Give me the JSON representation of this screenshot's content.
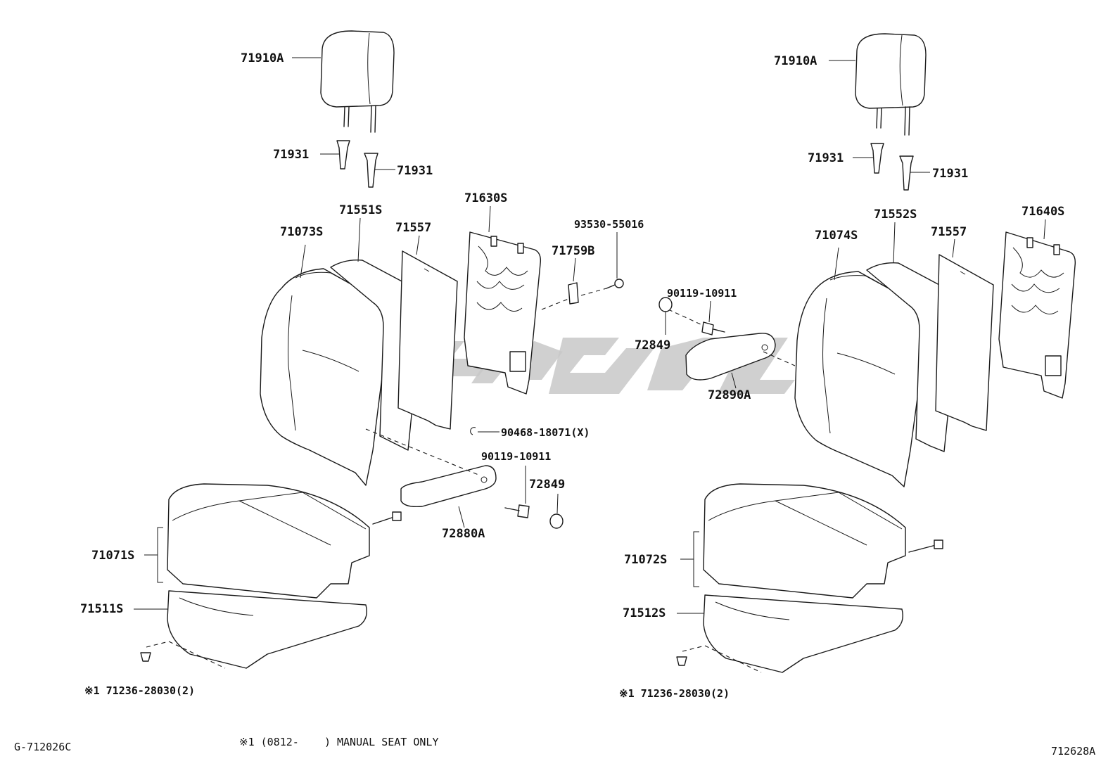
{
  "left_seat": {
    "headrest": "71910A",
    "support_a": "71931",
    "support_b": "71931",
    "back_cover": "71073S",
    "back_pad": "71551S",
    "back_board": "71557",
    "back_frame": "71630S",
    "cushion_assy": "71071S",
    "cushion_pad": "71511S",
    "armrest": "72880A",
    "armrest_bolt": "90119-10911",
    "armrest_cap": "72849",
    "fastener_note": "※1 71236-28030(2)"
  },
  "right_seat": {
    "headrest": "71910A",
    "support_a": "71931",
    "support_b": "71931",
    "back_cover": "71074S",
    "back_pad": "71552S",
    "back_board": "71557",
    "back_frame": "71640S",
    "cushion_assy": "71072S",
    "cushion_pad": "71512S",
    "armrest": "72890A",
    "armrest_bolt": "90119-10911",
    "armrest_cap": "72849",
    "fastener_note": "※1 71236-28030(2)"
  },
  "center": {
    "screw": "93530-55016",
    "clip": "71759B",
    "ring": "90468-18071(X)"
  },
  "footer": {
    "figure_code": "G-712026C",
    "note": "※1 (0812-    ) MANUAL SEAT ONLY",
    "drawing_no": "712628A"
  }
}
